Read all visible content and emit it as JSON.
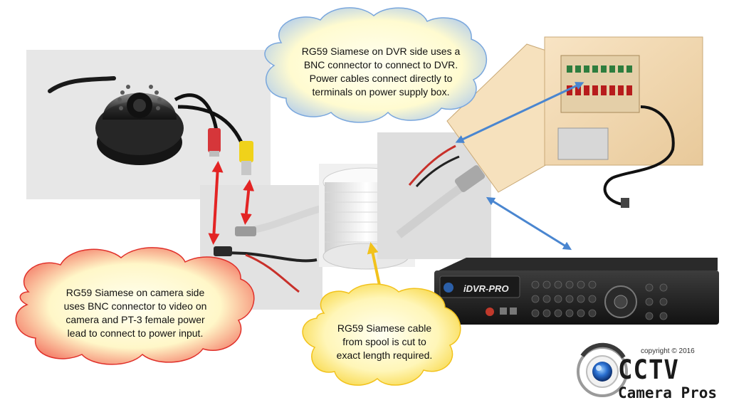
{
  "callouts": {
    "dvr_side": {
      "lines": [
        "RG59 Siamese on DVR side uses a",
        "BNC connector to connect to DVR.",
        "Power cables connect directly to",
        "terminals on power supply box."
      ]
    },
    "camera_side": {
      "lines": [
        "RG59 Siamese on camera side",
        "uses BNC connector to video on",
        "camera and PT-3 female power",
        "lead to connect to power input."
      ]
    },
    "spool": {
      "lines": [
        "RG59 Siamese cable",
        "from spool is cut to",
        "exact length required."
      ]
    }
  },
  "dvr": {
    "brand": "iDVR-PRO"
  },
  "logo": {
    "copyright": "copyright © 2016",
    "line1": "CCTV",
    "line2": "Camera Pros"
  },
  "colors": {
    "cloud_blue": "#fffde0",
    "cloud_blue_edge": "#6f9fd8",
    "cloud_red": "#fffde0",
    "cloud_red_edge": "#e0302a",
    "cloud_yellow": "#fffde0",
    "cloud_yellow_edge": "#f2c21b",
    "arrow_red": "#e32424",
    "arrow_blue": "#4a86d0",
    "arrow_yellow": "#f2c21b"
  }
}
